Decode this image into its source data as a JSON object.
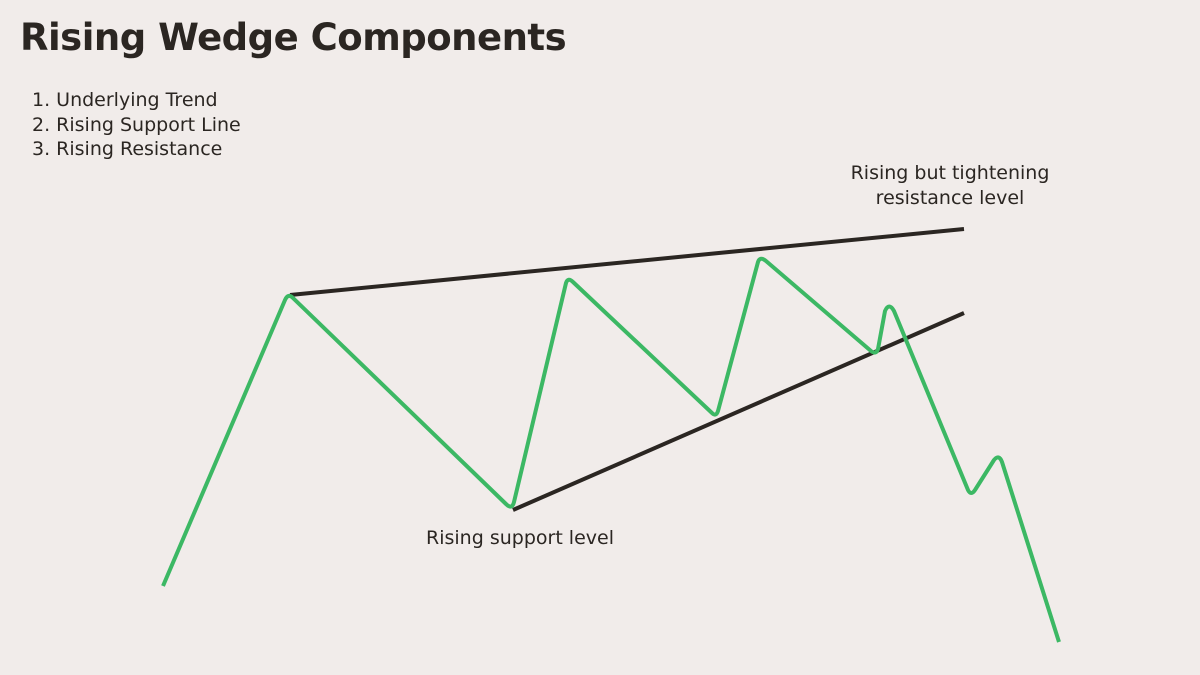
{
  "title": "Rising Wedge Components",
  "components": [
    "1. Underlying Trend",
    "2. Rising Support Line",
    "3. Rising Resistance"
  ],
  "annotations": {
    "resistance_line1": "Rising but tightening",
    "resistance_line2": "resistance level",
    "support": "Rising support level"
  },
  "colors": {
    "background": "#f1ecea",
    "price_line": "#3cb864",
    "trend_lines": "#2b2622",
    "text": "#2b2622"
  }
}
